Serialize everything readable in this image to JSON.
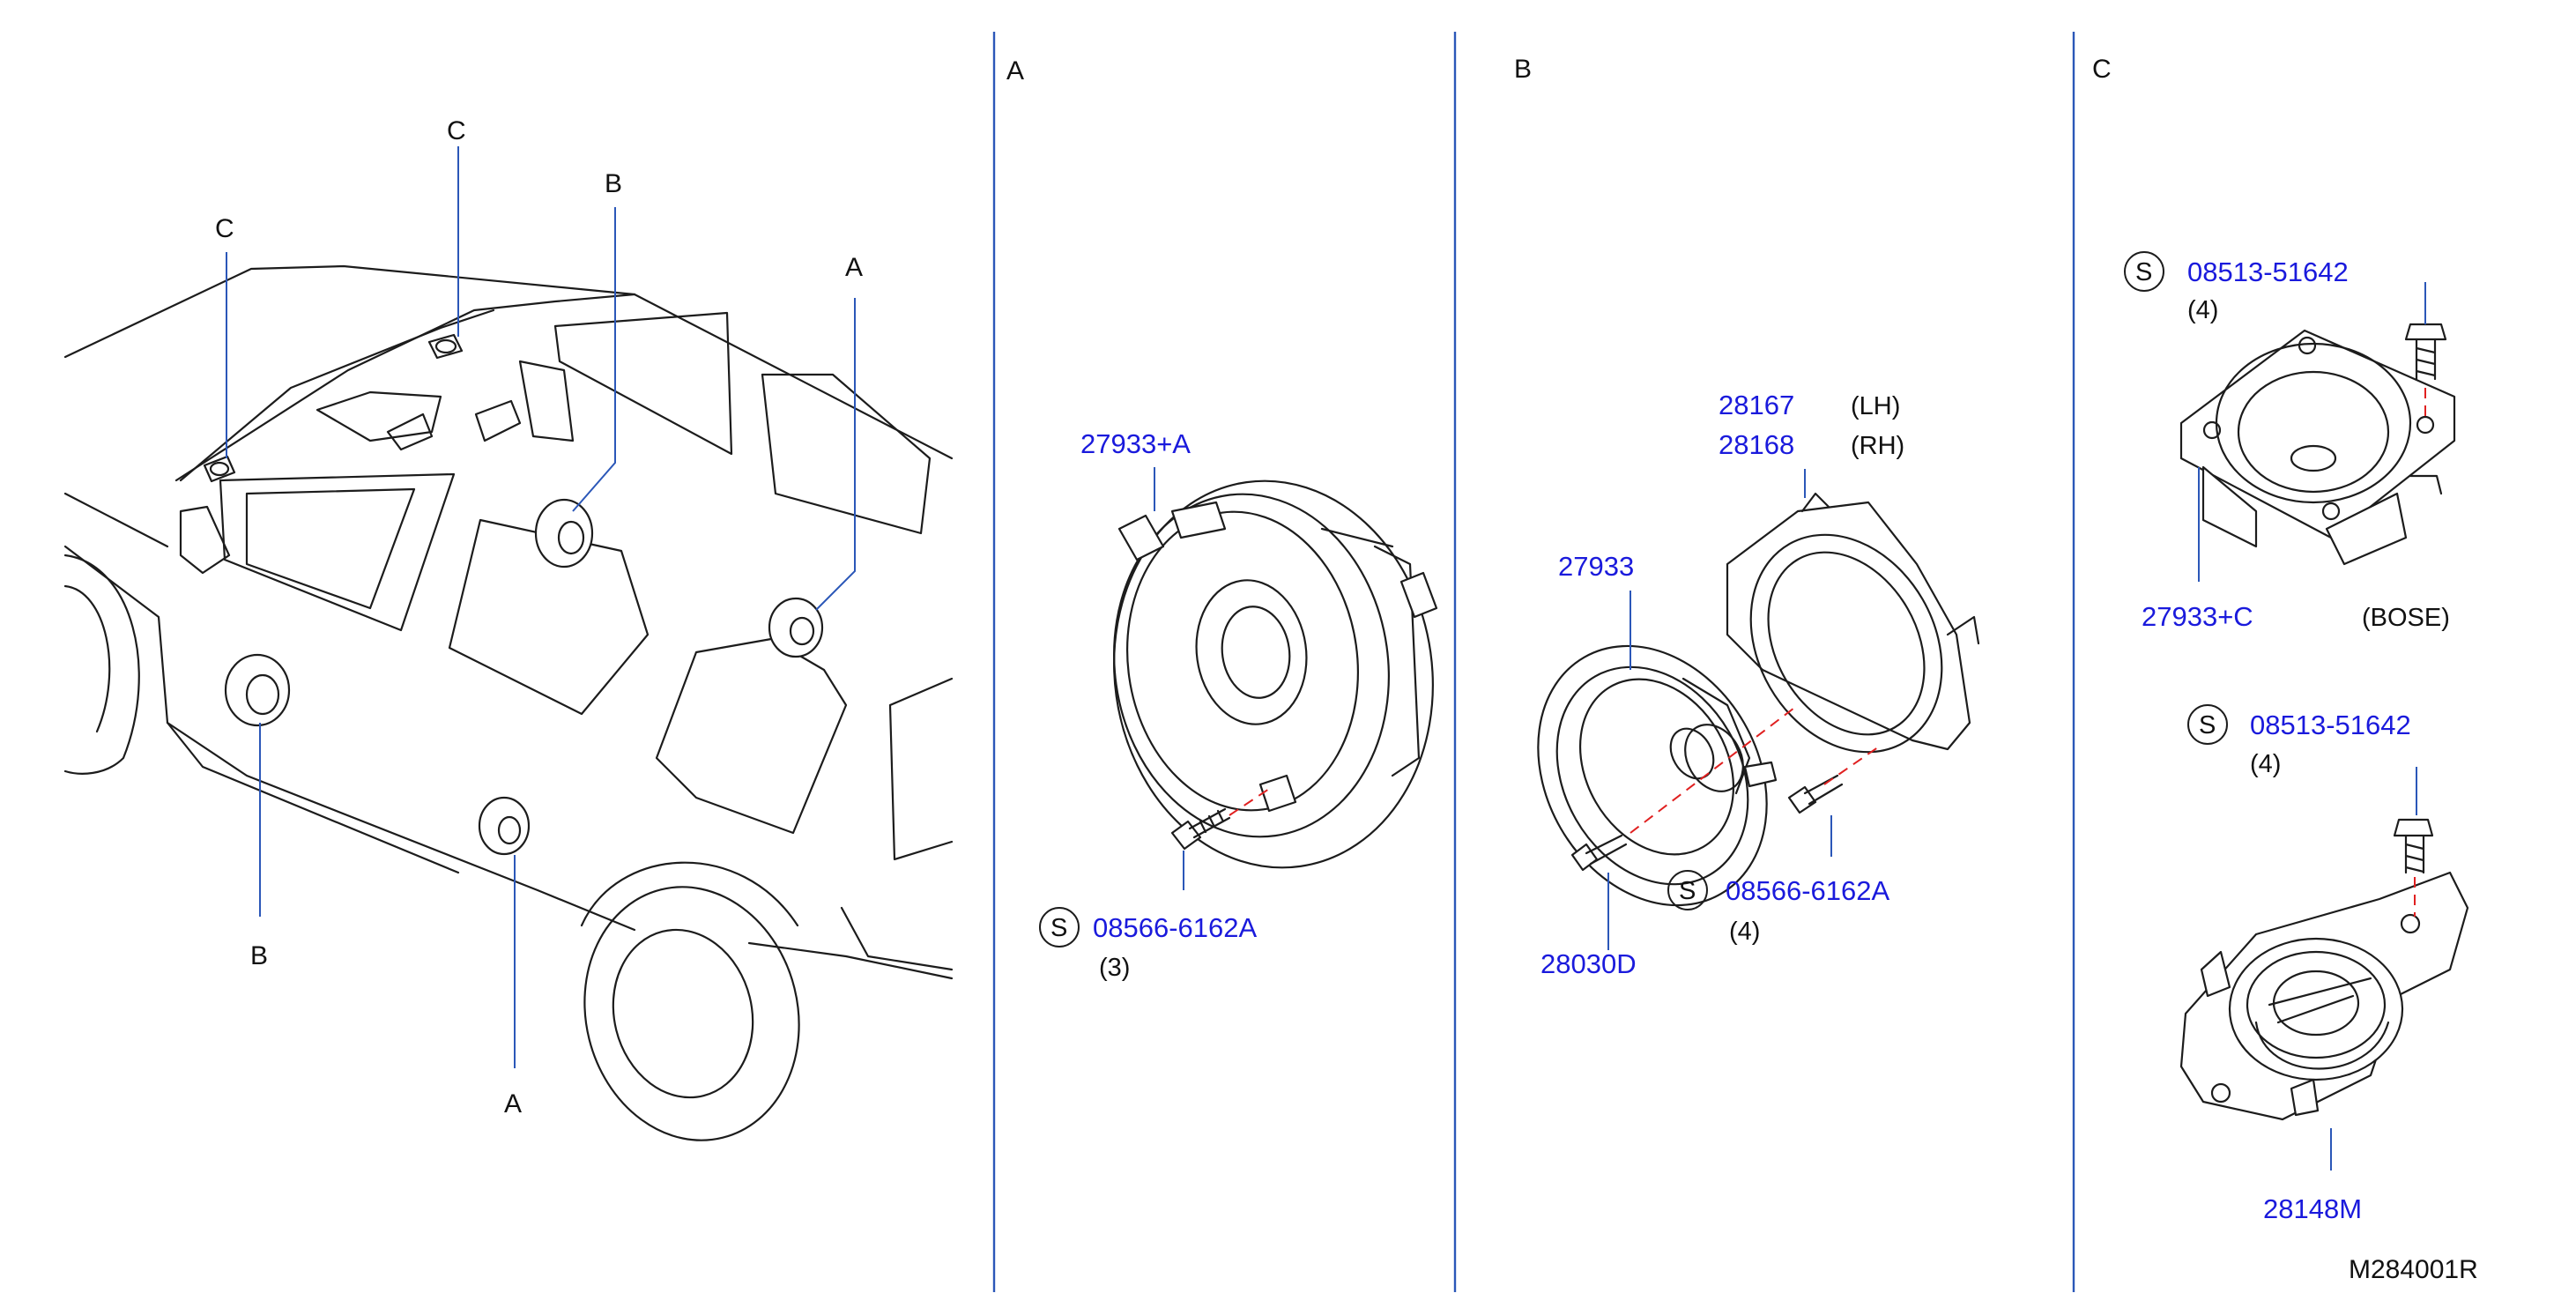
{
  "sections": {
    "a": "A",
    "b": "B",
    "c": "C"
  },
  "car_callouts": {
    "c1": "C",
    "c2": "C",
    "b1": "B",
    "b2": "B",
    "a1": "A",
    "a2": "A"
  },
  "panel_a": {
    "speaker_pn": "27933+A",
    "screw_symbol": "S",
    "screw_pn": "08566-6162A",
    "screw_qty": "(3)"
  },
  "panel_b": {
    "bracket_lh_pn": "28167",
    "bracket_lh_side": "(LH)",
    "bracket_rh_pn": "28168",
    "bracket_rh_side": "(RH)",
    "speaker_pn": "27933",
    "screw_symbol": "S",
    "screw_pn": "08566-6162A",
    "screw_qty": "(4)",
    "clip_pn": "28030D"
  },
  "panel_c": {
    "top_screw_symbol": "S",
    "top_screw_pn": "08513-51642",
    "top_screw_qty": "(4)",
    "tweeter_pn": "27933+C",
    "tweeter_note": "(BOSE)",
    "bottom_screw_symbol": "S",
    "bottom_screw_pn": "08513-51642",
    "bottom_screw_qty": "(4)",
    "bracket_pn": "28148M"
  },
  "diagram_code": "M284001R"
}
